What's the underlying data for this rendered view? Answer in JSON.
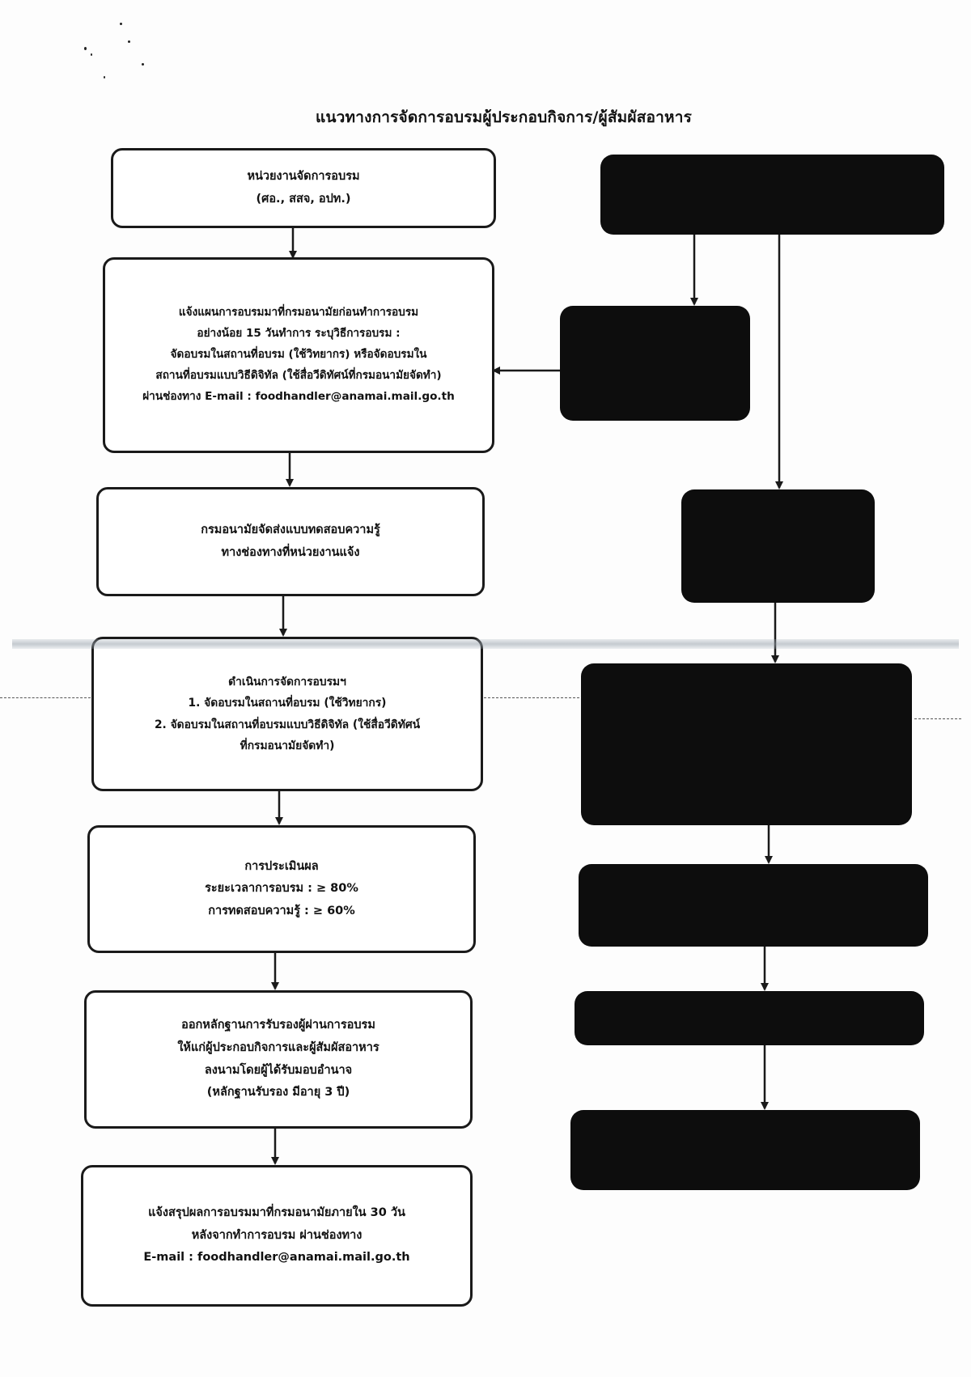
{
  "title": "แนวทางการจัดการอบรมผู้ประกอบกิจการ/ผู้สัมผัสอาหาร",
  "steps": [
    {
      "lines": [
        "หน่วยงานจัดการอบรม",
        "(ศอ., สสจ, อปท.)"
      ]
    },
    {
      "lines": [
        "แจ้งแผนการอบรมมาที่กรมอนามัยก่อนทำการอบรม",
        "อย่างน้อย 15 วันทำการ ระบุวิธีการอบรม :",
        "จัดอบรมในสถานที่อบรม (ใช้วิทยากร) หรือจัดอบรมใน",
        "สถานที่อบรมแบบวิธีดิจิทัล (ใช้สื่อวีดิทัศน์ที่กรมอนามัยจัดทำ)",
        "ผ่านช่องทาง E-mail : foodhandler@anamai.mail.go.th"
      ]
    },
    {
      "lines": [
        "กรมอนามัยจัดส่งแบบทดสอบความรู้",
        "ทางช่องทางที่หน่วยงานแจ้ง"
      ]
    },
    {
      "lines": [
        "ดำเนินการจัดการอบรมฯ",
        "1. จัดอบรมในสถานที่อบรม (ใช้วิทยากร)",
        "2. จัดอบรมในสถานที่อบรมแบบวิธีดิจิทัล (ใช้สื่อวีดิทัศน์",
        "ที่กรมอนามัยจัดทำ)"
      ]
    },
    {
      "lines": [
        "การประเมินผล",
        "ระยะเวลาการอบรม : ≥ 80%",
        "การทดสอบความรู้ : ≥ 60%"
      ]
    },
    {
      "lines": [
        "ออกหลักฐานการรับรองผู้ผ่านการอบรม",
        "ให้แก่ผู้ประกอบกิจการและผู้สัมผัสอาหาร",
        "ลงนามโดยผู้ได้รับมอบอำนาจ",
        "(หลักฐานรับรอง มีอายุ 3 ปี)"
      ]
    },
    {
      "lines": [
        "แจ้งสรุปผลการอบรมมาที่กรมอนามัยภายใน 30 วัน",
        "หลังจากทำการอบรม ผ่านช่องทาง",
        "E-mail : foodhandler@anamai.mail.go.th"
      ]
    }
  ],
  "colors": {
    "ink": "#1a1a1a",
    "redaction": "#0d0d0d",
    "paper": "#fdfdfd"
  }
}
